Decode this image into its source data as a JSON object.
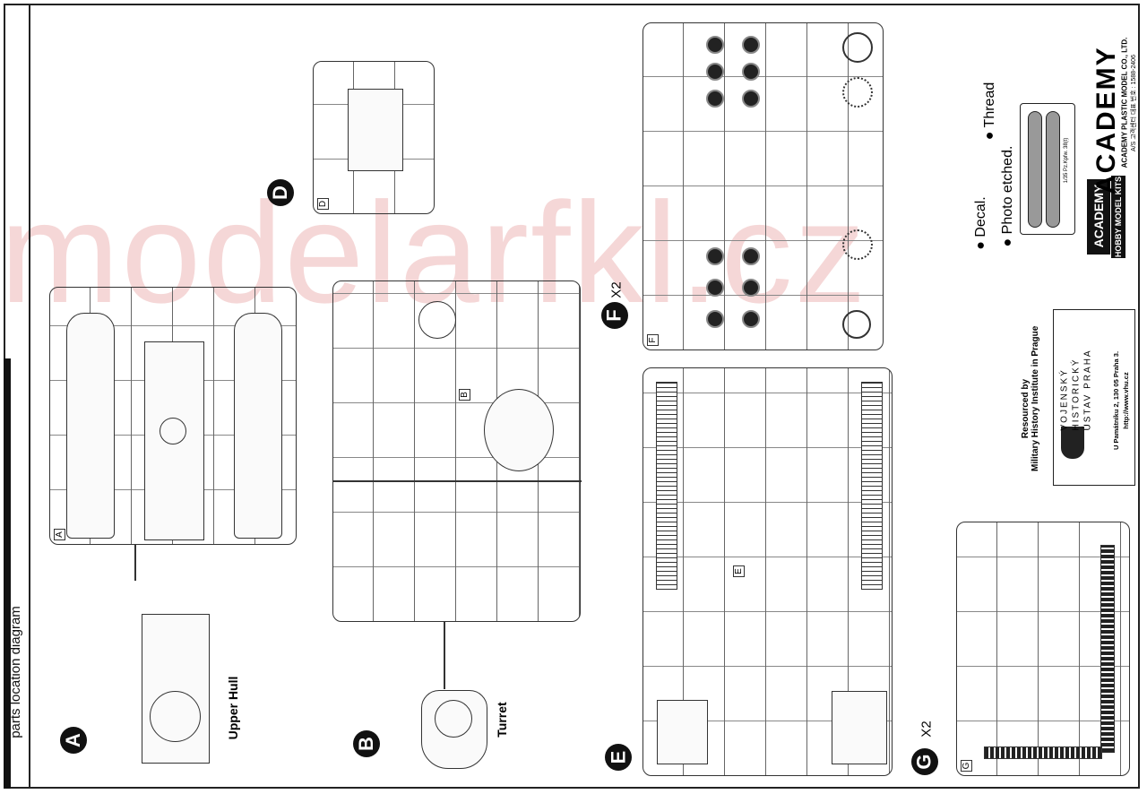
{
  "sheet": {
    "title": "parts location diagram",
    "watermark": "modelarfkl.cz"
  },
  "sprues": [
    {
      "id": "A",
      "badge": "A",
      "label": "Upper Hull",
      "multiplier": ""
    },
    {
      "id": "B",
      "badge": "B",
      "label": "Turret",
      "multiplier": ""
    },
    {
      "id": "D",
      "badge": "D",
      "label": "",
      "multiplier": ""
    },
    {
      "id": "E",
      "badge": "E",
      "label": "",
      "multiplier": ""
    },
    {
      "id": "F",
      "badge": "F",
      "label": "",
      "multiplier": "X2"
    },
    {
      "id": "G",
      "badge": "G",
      "label": "",
      "multiplier": "X2"
    }
  ],
  "extras": {
    "decal": "Decal.",
    "photo_etched": "Photo etched.",
    "thread": "Thread",
    "pe_caption": "1/35 Pz.Kpfw. 38(t)"
  },
  "brand": {
    "logo": "ACADEMY",
    "sub": "HOBBY MODEL KITS",
    "wordmark": "ACADEMY",
    "company": "ACADEMY PLASTIC MODEL CO., LTD.",
    "service": "A/S 고객센터 대표 번호 : 1588-2406"
  },
  "resource": {
    "line1": "Resourced by",
    "line2": "Military History Institute in Prague",
    "inst1": "VOJENSKÝ",
    "inst2": "HISTORICKÝ",
    "inst3": "ÚSTAV PRAHA",
    "address": "U Památníku 2, 130 05 Praha 3.",
    "url": "http://www.vhu.cz"
  }
}
